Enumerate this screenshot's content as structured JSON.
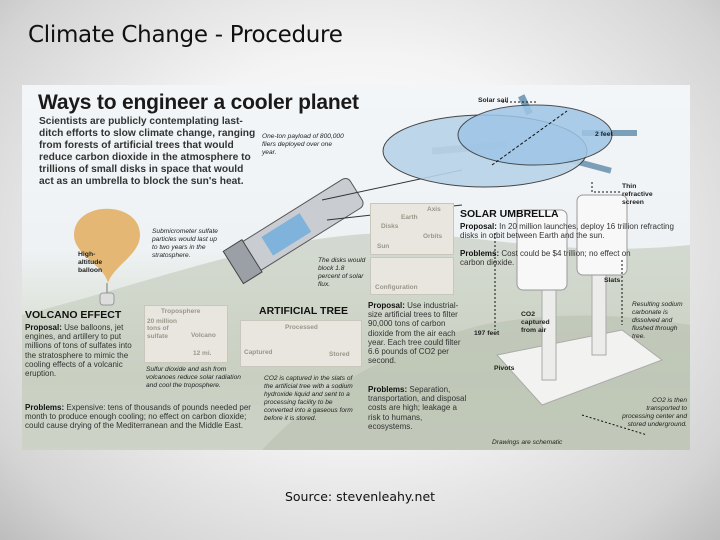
{
  "slide": {
    "title": "Climate Change - Procedure",
    "source": "Source: stevenleahy.net"
  },
  "infographic": {
    "title": "Ways to engineer a cooler planet",
    "intro": "Scientists are publicly contemplating last-ditch efforts to slow climate change, ranging from forests of artificial trees that would reduce carbon dioxide in the atmosphere to trillions of small disks in space that would act as an umbrella to block the sun's heat.",
    "payload_note": "One-ton payload of 800,000 fliers deployed over one year.",
    "balloon_label": "High-altitude balloon",
    "sulfate_note": "Submicrometer sulfate particles would last up to two years in the stratosphere.",
    "solar_sail_label": "Solar sail",
    "two_feet_label": "2 feet",
    "screen_label": "Thin refractive screen",
    "orbit_inset": {
      "axis": "Axis",
      "earth": "Earth",
      "disks": "Disks",
      "orbits": "Orbits",
      "sun": "Sun"
    },
    "configuration_label": "Configuration",
    "disks_note": "The disks would block 1.8 percent of solar flux.",
    "solar_umbrella": {
      "heading": "SOLAR UMBRELLA",
      "proposal_label": "Proposal:",
      "proposal": "In 20 million launches, deploy 16 trillion refracting disks in orbit between Earth and the sun.",
      "problems_label": "Problems:",
      "problems": "Cost could be $4 trillion; no effect on carbon dioxide."
    },
    "volcano": {
      "heading": "VOLCANO EFFECT",
      "proposal_label": "Proposal:",
      "proposal": "Use balloons, jet engines, and artillery to put millions of tons of sulfates into the stratosphere to mimic the cooling effects of a volcanic eruption.",
      "problems_label": "Problems:",
      "problems": "Expensive: tens of thousands of pounds needed per month to produce enough cooling; no effect on carbon dioxide; could cause drying of the Mediterranean and the Middle East.",
      "inset": {
        "troposphere": "Troposphere",
        "tons": "20 million tons of sulfate",
        "volcano": "Volcano",
        "height": "12 mi."
      },
      "caption": "Sulfur dioxide and ash from volcanoes reduce solar radiation and cool the troposphere."
    },
    "tree": {
      "heading": "ARTIFICIAL TREE",
      "inset": {
        "processed": "Processed",
        "captured": "Captured",
        "stored": "Stored"
      },
      "caption": "CO2 is captured in the slats of the artificial tree with a sodium hydroxide liquid and sent to a processing facility to be converted into a gaseous form before it is stored.",
      "proposal_label": "Proposal:",
      "proposal": "Use industrial-size artificial trees to filter 90,000 tons of carbon dioxide from the air each year. Each tree could filter 6.6 pounds of CO2 per second.",
      "problems_label": "Problems:",
      "problems": "Separation, transportation, and disposal costs are high; leakage a risk to humans, ecosystems.",
      "slats_label": "Slats",
      "height_label": "197 feet",
      "co2_label": "CO2 captured from air",
      "pivots_label": "Pivots",
      "carbonate_note": "Resulting sodium carbonate is dissolved and flushed through tree.",
      "transport_note": "CO2 is then transported to processing center and stored underground.",
      "schematic_note": "Drawings are schematic"
    }
  }
}
